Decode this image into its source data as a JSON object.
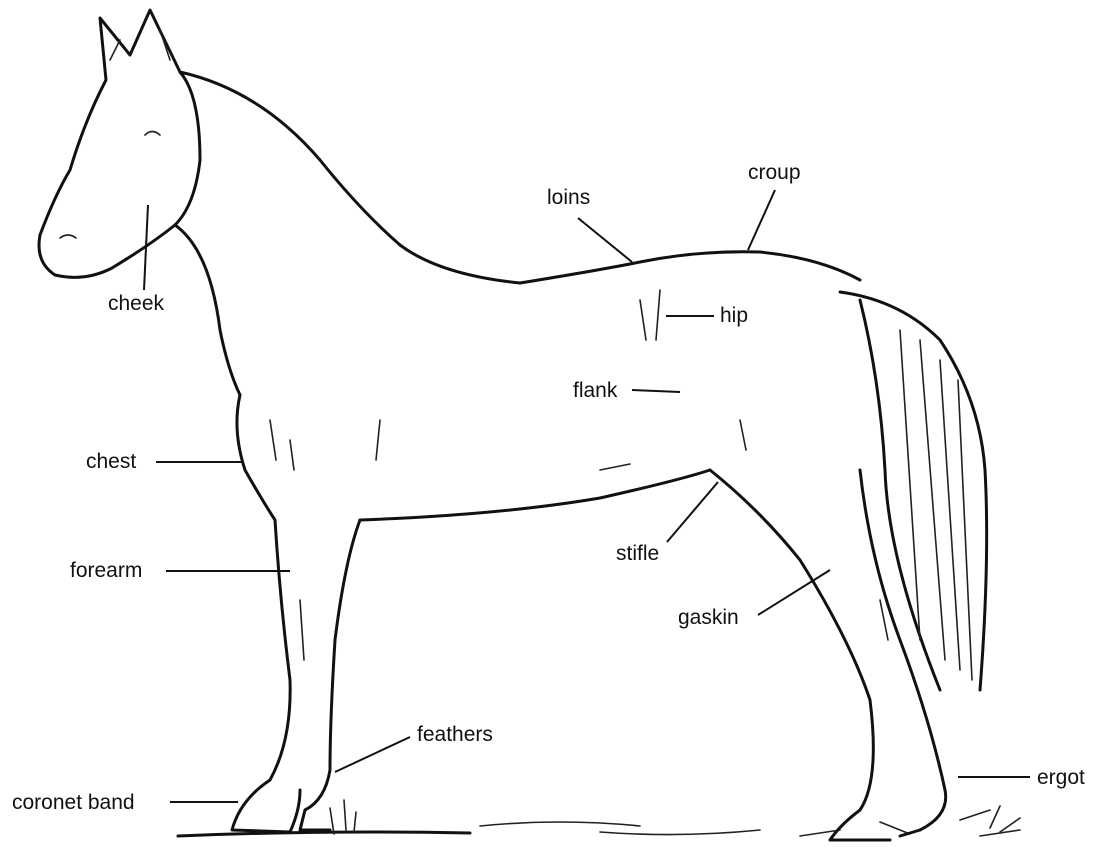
{
  "labels": {
    "cheek": "cheek",
    "chest": "chest",
    "forearm": "forearm",
    "coronet_band": "coronet band",
    "feathers": "feathers",
    "loins": "loins",
    "croup": "croup",
    "hip": "hip",
    "flank": "flank",
    "stifle": "stifle",
    "gaskin": "gaskin",
    "ergot": "ergot"
  }
}
